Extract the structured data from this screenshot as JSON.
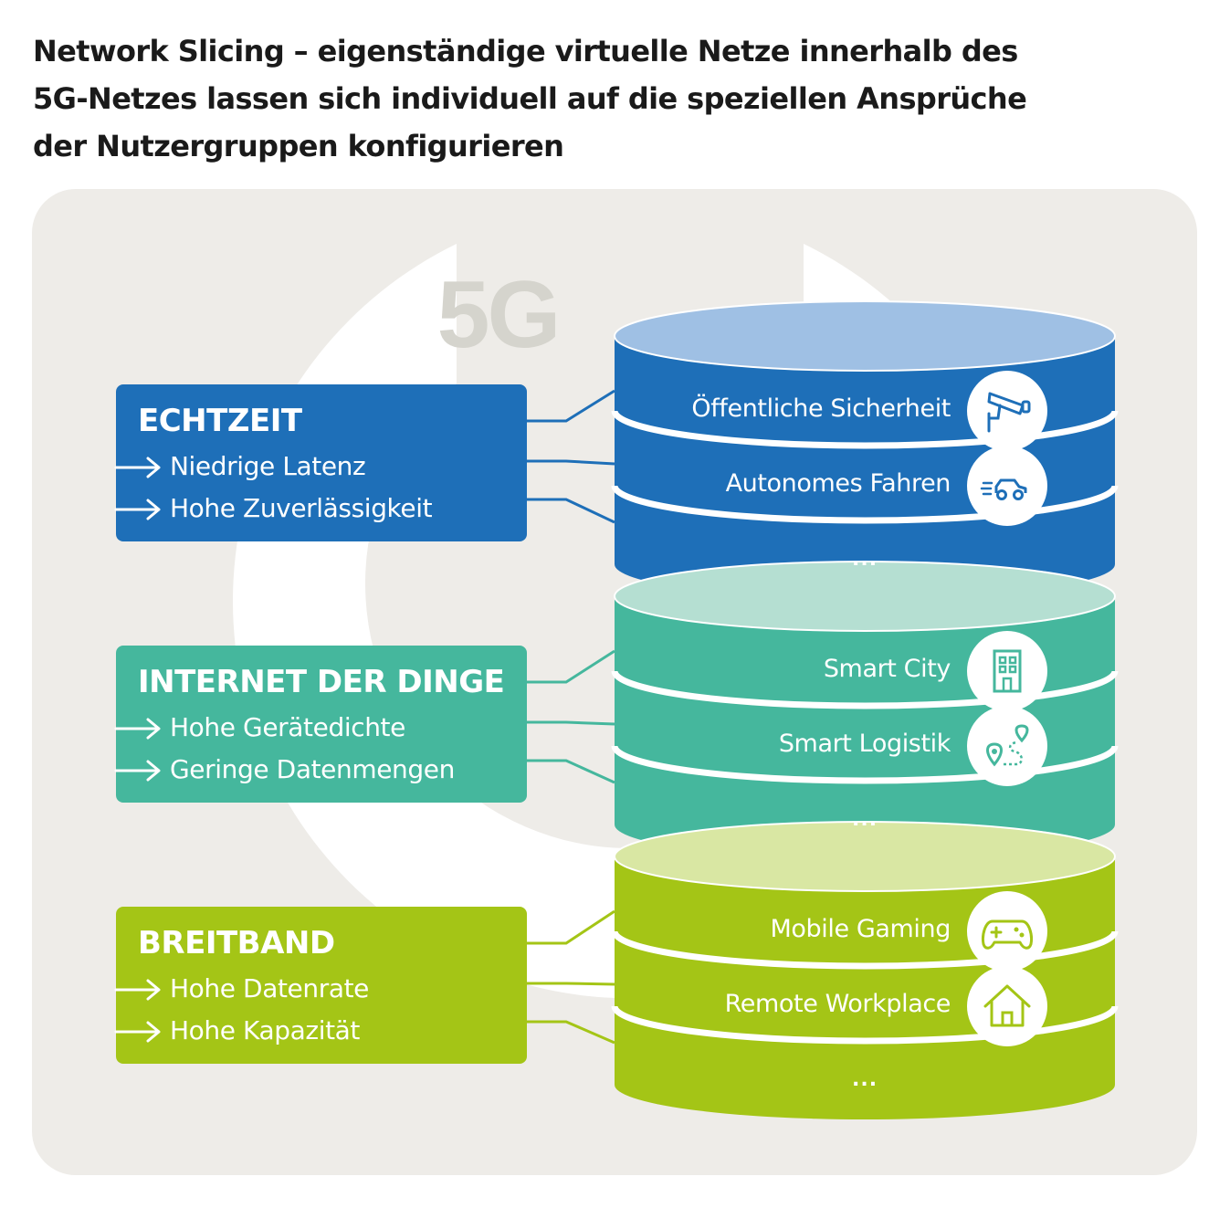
{
  "title_lines": [
    "Network Slicing – eigenständige virtuelle Netze innerhalb des",
    "5G-Netzes lassen sich individuell auf die speziellen Ansprüche",
    "der Nutzergruppen konfigurieren"
  ],
  "watermark": "5G",
  "colors": {
    "background_panel": "#eeece8",
    "echtzeit": "#1e6fb8",
    "echtzeit_top": "#9fc0e4",
    "iot": "#45b79d",
    "iot_top": "#b5dfd2",
    "breitband": "#a4c516",
    "breitband_top": "#d9e7a3"
  },
  "categories": [
    {
      "title": "ECHTZEIT",
      "bullets": [
        "Niedrige Latenz",
        "Hohe Zuverlässigkeit"
      ],
      "slices": [
        {
          "label": "Öffentliche Sicherheit",
          "icon": "camera-icon"
        },
        {
          "label": "Autonomes Fahren",
          "icon": "car-icon"
        },
        {
          "label": "...",
          "icon": ""
        }
      ]
    },
    {
      "title": "INTERNET DER DINGE",
      "bullets": [
        "Hohe Gerätedichte",
        "Geringe Datenmengen"
      ],
      "slices": [
        {
          "label": "Smart City",
          "icon": "building-icon"
        },
        {
          "label": "Smart Logistik",
          "icon": "route-icon"
        },
        {
          "label": "...",
          "icon": ""
        }
      ]
    },
    {
      "title": "BREITBAND",
      "bullets": [
        "Hohe Datenrate",
        "Hohe Kapazität"
      ],
      "slices": [
        {
          "label": "Mobile Gaming",
          "icon": "gamepad-icon"
        },
        {
          "label": "Remote Workplace",
          "icon": "house-icon"
        },
        {
          "label": "...",
          "icon": ""
        }
      ]
    }
  ]
}
